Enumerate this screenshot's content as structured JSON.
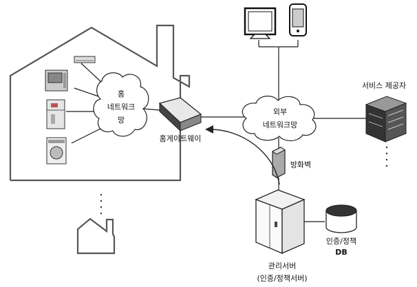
{
  "diagram": {
    "home_network_label": [
      "홈",
      "네트워크",
      "망"
    ],
    "home_gateway_label": "홈게이트웨이",
    "external_network_label": [
      "외부",
      "네트워크망"
    ],
    "service_provider_label": "서비스 제공자",
    "firewall_label": "방화벽",
    "auth_db_label": "인증/정책",
    "db_label": "DB",
    "management_server_label": "관리서버",
    "management_server_sub_label": "(인증/정책서버)"
  }
}
